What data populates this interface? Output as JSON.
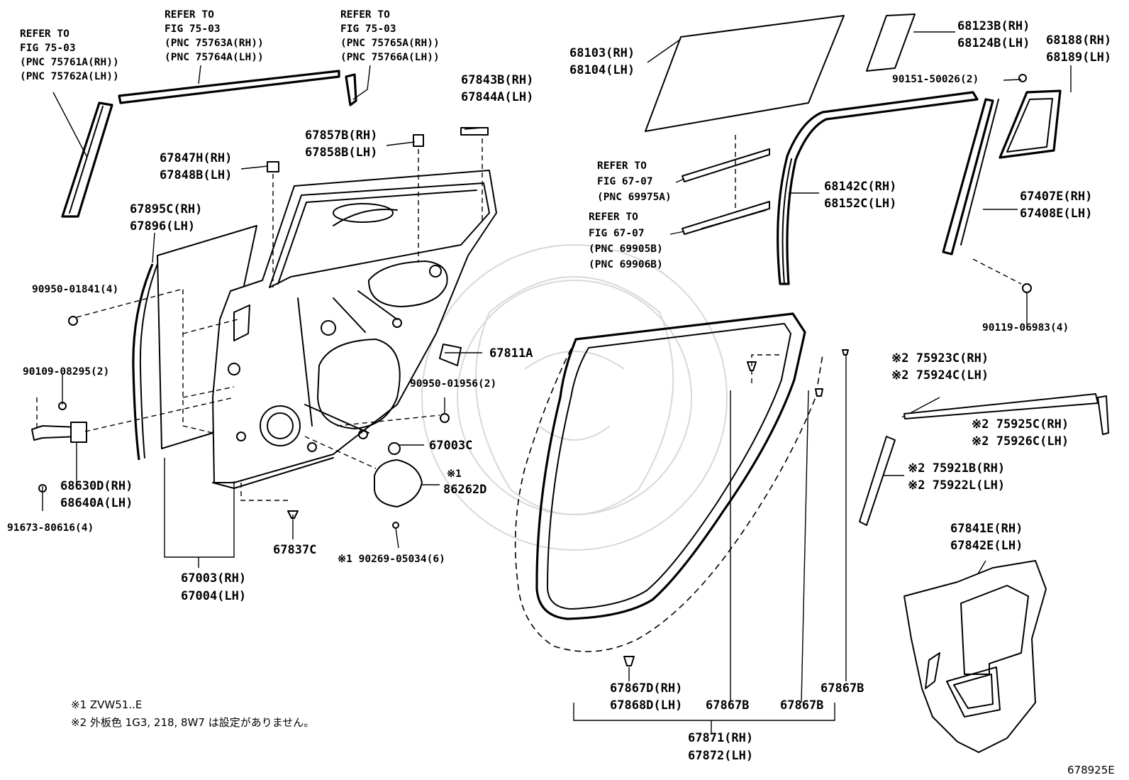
{
  "diagram": {
    "ref_fig_a": [
      "REFER TO",
      "FIG 75-03",
      "(PNC 75761A(RH))",
      "(PNC 75762A(LH))"
    ],
    "ref_fig_b": [
      "REFER TO",
      "FIG 75-03",
      "(PNC 75763A(RH))",
      "(PNC 75764A(LH))"
    ],
    "ref_fig_c": [
      "REFER TO",
      "FIG 75-03",
      "(PNC 75765A(RH))",
      "(PNC 75766A(LH))"
    ],
    "ref_fig_d": [
      "REFER TO",
      "FIG 67-07",
      "(PNC 69975A)"
    ],
    "ref_fig_e": [
      "REFER TO",
      "FIG 67-07",
      "(PNC 69905B)",
      "(PNC 69906B)"
    ],
    "parts": {
      "p67843": [
        "67843B(RH)",
        "67844A(LH)"
      ],
      "p67857": [
        "67857B(RH)",
        "67858B(LH)"
      ],
      "p67847": [
        "67847H(RH)",
        "67848B(LH)"
      ],
      "p67895": [
        "67895C(RH)",
        "67896(LH)"
      ],
      "p90950_01841": "90950-01841(4)",
      "p90109": "90109-08295(2)",
      "p68630": [
        "68630D(RH)",
        "68640A(LH)"
      ],
      "p91673": "91673-80616(4)",
      "p67003": [
        "67003(RH)",
        "67004(LH)"
      ],
      "p67837": "67837C",
      "p90269": "※1 90269-05034(6)",
      "p86262_mark": "※1",
      "p86262": "86262D",
      "p67003c": "67003C",
      "p90950_01956": "90950-01956(2)",
      "p67811": "67811A",
      "p68103": [
        "68103(RH)",
        "68104(LH)"
      ],
      "p68123": [
        "68123B(RH)",
        "68124B(LH)"
      ],
      "p68188": [
        "68188(RH)",
        "68189(LH)"
      ],
      "p90151": "90151-50026(2)",
      "p68142": [
        "68142C(RH)",
        "68152C(LH)"
      ],
      "p67407": [
        "67407E(RH)",
        "67408E(LH)"
      ],
      "p90119": "90119-06983(4)",
      "p75923": [
        "※2 75923C(RH)",
        "※2 75924C(LH)"
      ],
      "p75925": [
        "※2 75925C(RH)",
        "※2 75926C(LH)"
      ],
      "p75921": [
        "※2 75921B(RH)",
        "※2 75922L(LH)"
      ],
      "p67841": [
        "67841E(RH)",
        "67842E(LH)"
      ],
      "p67867d": [
        "67867D(RH)",
        "67868D(LH)"
      ],
      "p67867b_a": "67867B",
      "p67867b_b": "67867B",
      "p67867b_c": "67867B",
      "p67871": [
        "67871(RH)",
        "67872(LH)"
      ]
    },
    "notes": [
      "※1 ZVW51..E",
      "※2 外板色 1G3, 218, 8W7 は設定がありません。"
    ],
    "figure_code": "678925E"
  }
}
